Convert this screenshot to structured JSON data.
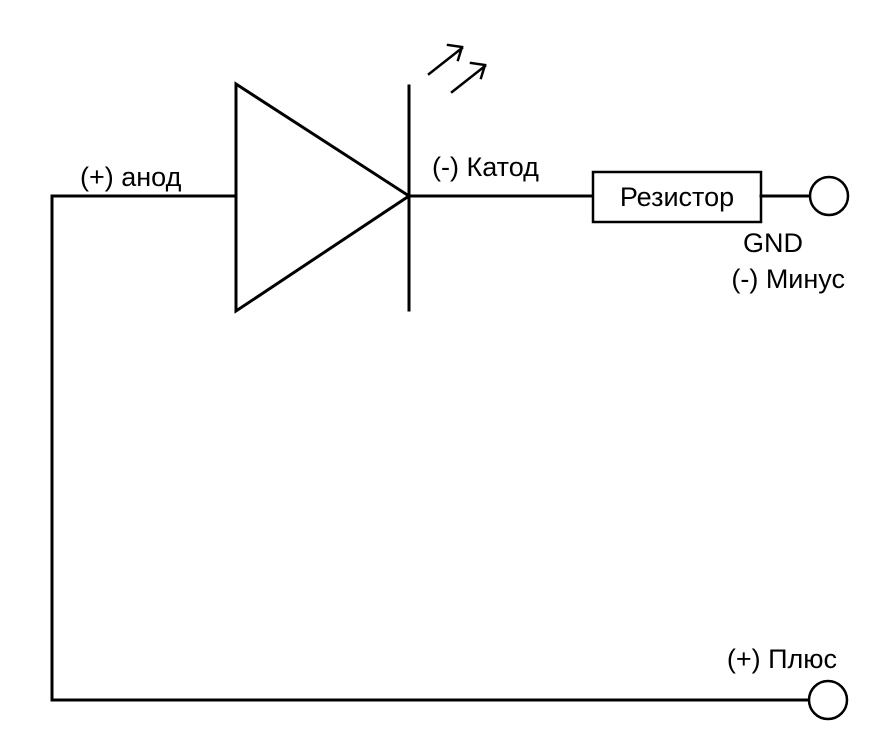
{
  "labels": {
    "anode": "(+) анод",
    "cathode": "(-) Катод",
    "resistor": "Резистор",
    "gnd": "GND",
    "minus": "(-) Минус",
    "plus": "(+) Плюс"
  },
  "components": {
    "led": {
      "icon": "led-diode-icon",
      "emission_icon": "light-arrows-icon"
    },
    "resistor": {
      "icon": "resistor-icon"
    },
    "terminal_minus": {
      "icon": "terminal-circle-icon"
    },
    "terminal_plus": {
      "icon": "terminal-circle-icon"
    }
  },
  "colors": {
    "stroke": "#000000",
    "background": "#ffffff"
  }
}
